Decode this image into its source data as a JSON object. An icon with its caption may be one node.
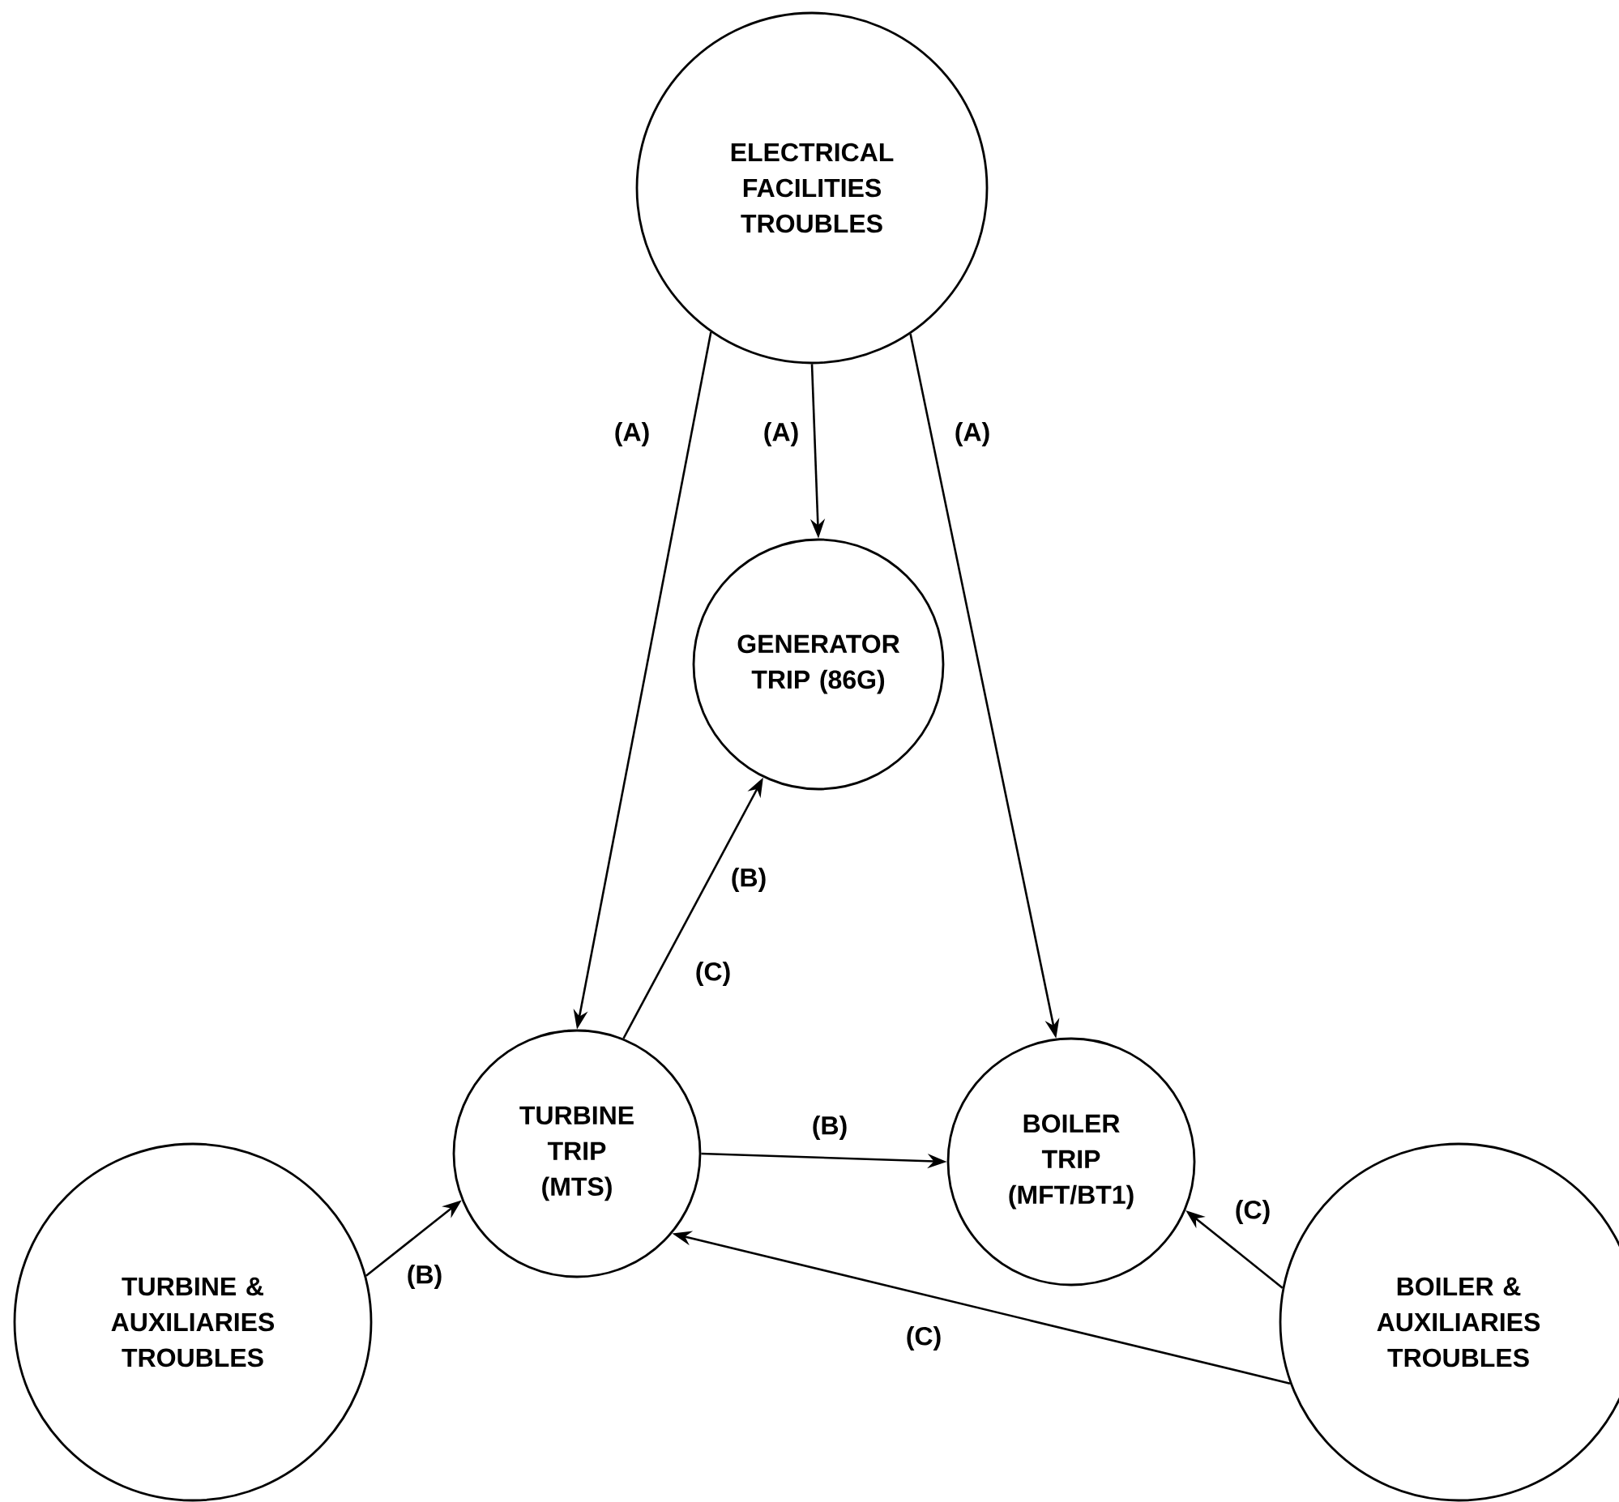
{
  "diagram": {
    "nodes": [
      {
        "text": [
          "ELECTRICAL FACILITIES TROUBLES"
        ]
      },
      {
        "text": [
          "GENERATOR TRIP (86G)"
        ]
      },
      {
        "text": [
          "TURBINE TRIP (MTS)"
        ]
      },
      {
        "text": [
          "BOILER TRIP (MFT/BT1)"
        ]
      },
      {
        "text": [
          "TURBINE & AUXILIARIES TROUBLES"
        ]
      },
      {
        "text": [
          "BOILER & AUXILIARIES TROUBLES"
        ]
      }
    ],
    "edges": [
      {
        "from": 0,
        "to": 2,
        "arrow": "to",
        "label": "(A)"
      },
      {
        "from": 0,
        "to": 1,
        "arrow": "to",
        "label": "(A)"
      },
      {
        "from": 0,
        "to": 3,
        "arrow": "to",
        "label": "(A)"
      },
      {
        "from": 2,
        "to": 1,
        "arrow": "to",
        "label": "(B)"
      },
      {
        "from": 2,
        "to": 3,
        "arrow": "to",
        "label": "(B)"
      },
      {
        "from": 4,
        "to": 2,
        "arrow": "to",
        "label": "(B)"
      },
      {
        "from": 5,
        "to": 3,
        "arrow": "to",
        "label": "(C)"
      },
      {
        "from": 5,
        "to": 2,
        "arrow": "to",
        "label": "(C)"
      }
    ],
    "labels": [
      "(C)"
    ]
  }
}
